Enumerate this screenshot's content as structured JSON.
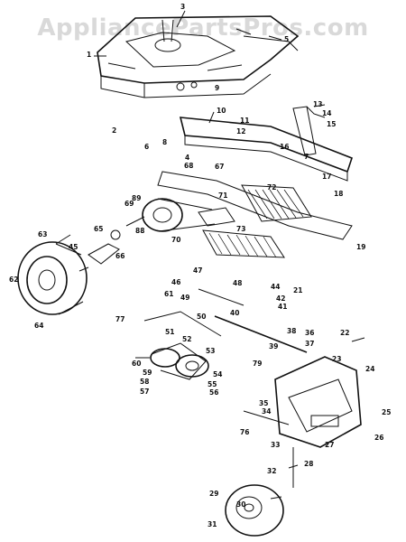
{
  "watermark": "AppliancePartsPros.com",
  "callouts": [
    "1",
    "2",
    "3",
    "4",
    "5",
    "6",
    "7",
    "8",
    "9",
    "10",
    "11",
    "12",
    "13",
    "14",
    "15",
    "16",
    "17",
    "18",
    "19",
    "21",
    "22",
    "23",
    "24",
    "25",
    "26",
    "27",
    "28",
    "29",
    "30",
    "31",
    "32",
    "33",
    "34",
    "35",
    "36",
    "37",
    "38",
    "39",
    "40",
    "41",
    "42",
    "44",
    "45",
    "46",
    "47",
    "48",
    "49",
    "50",
    "51",
    "52",
    "53",
    "54",
    "55",
    "56",
    "57",
    "58",
    "59",
    "60",
    "61",
    "62",
    "63",
    "64",
    "65",
    "66",
    "67",
    "68",
    "69",
    "70",
    "71",
    "72",
    "73",
    "76",
    "77",
    "79",
    "88",
    "89"
  ]
}
